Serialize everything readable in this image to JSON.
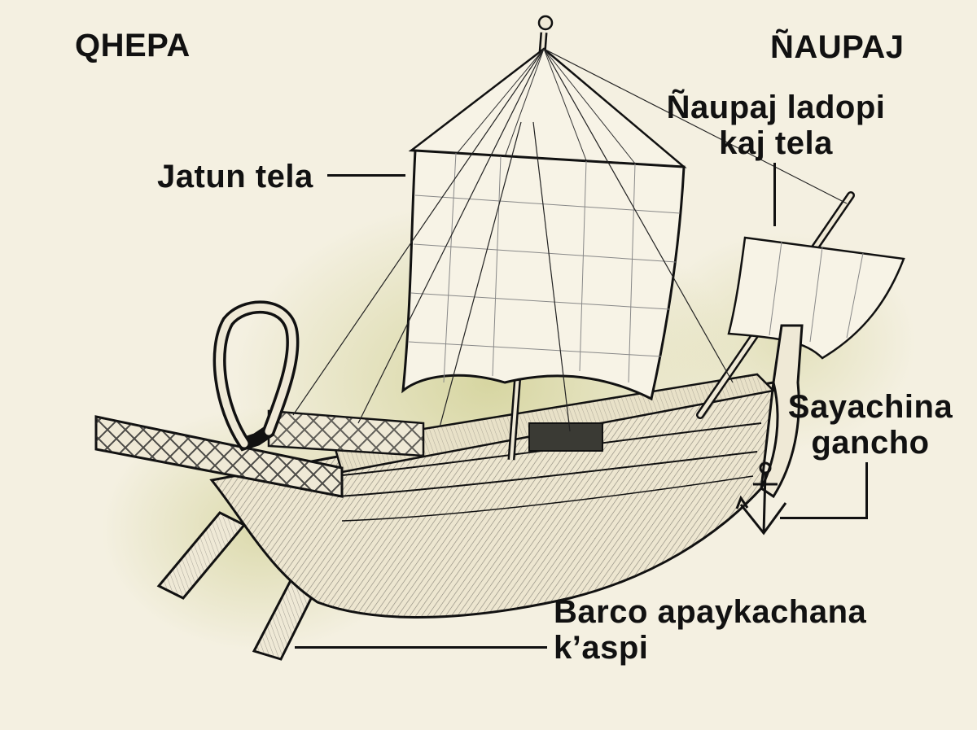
{
  "headers": {
    "left": "QHEPA",
    "right": "ÑAUPAJ"
  },
  "labels": {
    "main_sail": "Jatun tela",
    "front_sail": [
      "Ñaupaj ladopi",
      "kaj tela"
    ],
    "anchor": [
      "Sayachina",
      "gancho"
    ],
    "oar": [
      "Barco apaykachana",
      "k’aspi"
    ]
  },
  "colors": {
    "background": "#f4f0e1",
    "glow": "#cdcd8c",
    "ink": "#111111",
    "sail": "#f7f3e6"
  }
}
